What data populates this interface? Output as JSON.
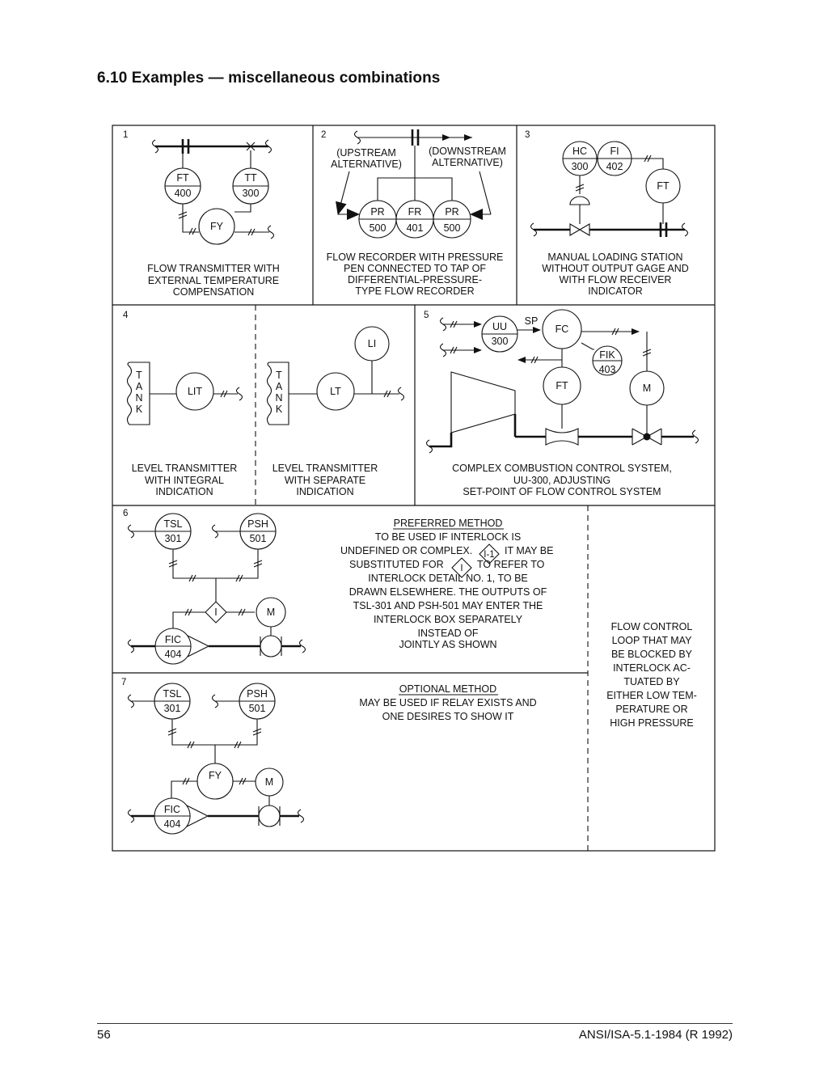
{
  "page": {
    "title": "6.10  Examples — miscellaneous combinations",
    "footer_left": "56",
    "footer_right": "ANSI/ISA-5.1-1984 (R 1992)"
  },
  "panels": {
    "p1": {
      "number": "1",
      "FT": [
        "FT",
        "400"
      ],
      "TT": [
        "TT",
        "300"
      ],
      "FY": "FY",
      "caption": [
        "FLOW TRANSMITTER WITH",
        "EXTERNAL TEMPERATURE",
        "COMPENSATION"
      ]
    },
    "p2": {
      "number": "2",
      "upstream": [
        "(UPSTREAM",
        "ALTERNATIVE)"
      ],
      "downstream": [
        "(DOWNSTREAM",
        "ALTERNATIVE)"
      ],
      "PR1": [
        "PR",
        "500"
      ],
      "FR": [
        "FR",
        "401"
      ],
      "PR2": [
        "PR",
        "500"
      ],
      "caption": [
        "FLOW RECORDER WITH PRESSURE",
        "PEN CONNECTED TO TAP OF",
        "DIFFERENTIAL-PRESSURE-",
        "TYPE FLOW RECORDER"
      ]
    },
    "p3": {
      "number": "3",
      "HC": [
        "HC",
        "300"
      ],
      "FI": [
        "FI",
        "402"
      ],
      "FT": "FT",
      "caption": [
        "MANUAL LOADING STATION",
        "WITHOUT OUTPUT GAGE AND",
        "WITH FLOW RECEIVER",
        "INDICATOR"
      ]
    },
    "p4": {
      "number": "4",
      "tank": [
        "T",
        "A",
        "N",
        "K"
      ],
      "LIT": "LIT",
      "LT": "LT",
      "LI": "LI",
      "caption_a": [
        "LEVEL TRANSMITTER",
        "WITH INTEGRAL",
        "INDICATION"
      ],
      "caption_b": [
        "LEVEL TRANSMITTER",
        "WITH SEPARATE",
        "INDICATION"
      ]
    },
    "p5": {
      "number": "5",
      "UU": [
        "UU",
        "300"
      ],
      "SP": "SP",
      "FC": "FC",
      "FIK": [
        "FIK",
        "403"
      ],
      "FT": "FT",
      "M": "M",
      "caption": [
        "COMPLEX COMBUSTION CONTROL SYSTEM,",
        "UU-300, ADJUSTING",
        "SET-POINT OF FLOW CONTROL SYSTEM"
      ]
    },
    "p6": {
      "number": "6",
      "TSL": [
        "TSL",
        "301"
      ],
      "PSH": [
        "PSH",
        "501"
      ],
      "I": "I",
      "M": "M",
      "FIC": [
        "FIC",
        "404"
      ],
      "heading": "PREFERRED METHOD",
      "text": [
        "TO BE USED IF INTERLOCK IS",
        "UNDEFINED OR COMPLEX.",
        "IT MAY BE",
        "SUBSTITUTED FOR",
        "TO REFER TO",
        "INTERLOCK DETAIL NO. 1, TO BE",
        "DRAWN ELSEWHERE.  THE OUTPUTS OF",
        "TSL-301 AND PSH-501 MAY ENTER THE",
        "INTERLOCK BOX SEPARATELY",
        "INSTEAD OF",
        "JOINTLY AS SHOWN"
      ],
      "i1": "I-1",
      "i_small": "I"
    },
    "p7": {
      "number": "7",
      "TSL": [
        "TSL",
        "301"
      ],
      "PSH": [
        "PSH",
        "501"
      ],
      "FY": "FY",
      "M": "M",
      "FIC": [
        "FIC",
        "404"
      ],
      "heading": "OPTIONAL METHOD",
      "text": [
        "MAY BE USED IF RELAY EXISTS AND",
        "ONE DESIRES TO SHOW IT"
      ]
    },
    "side_note": [
      "FLOW CONTROL",
      "LOOP THAT MAY",
      "BE BLOCKED BY",
      "INTERLOCK AC-",
      "TUATED BY",
      "EITHER LOW TEM-",
      "PERATURE OR",
      "HIGH PRESSURE"
    ]
  }
}
